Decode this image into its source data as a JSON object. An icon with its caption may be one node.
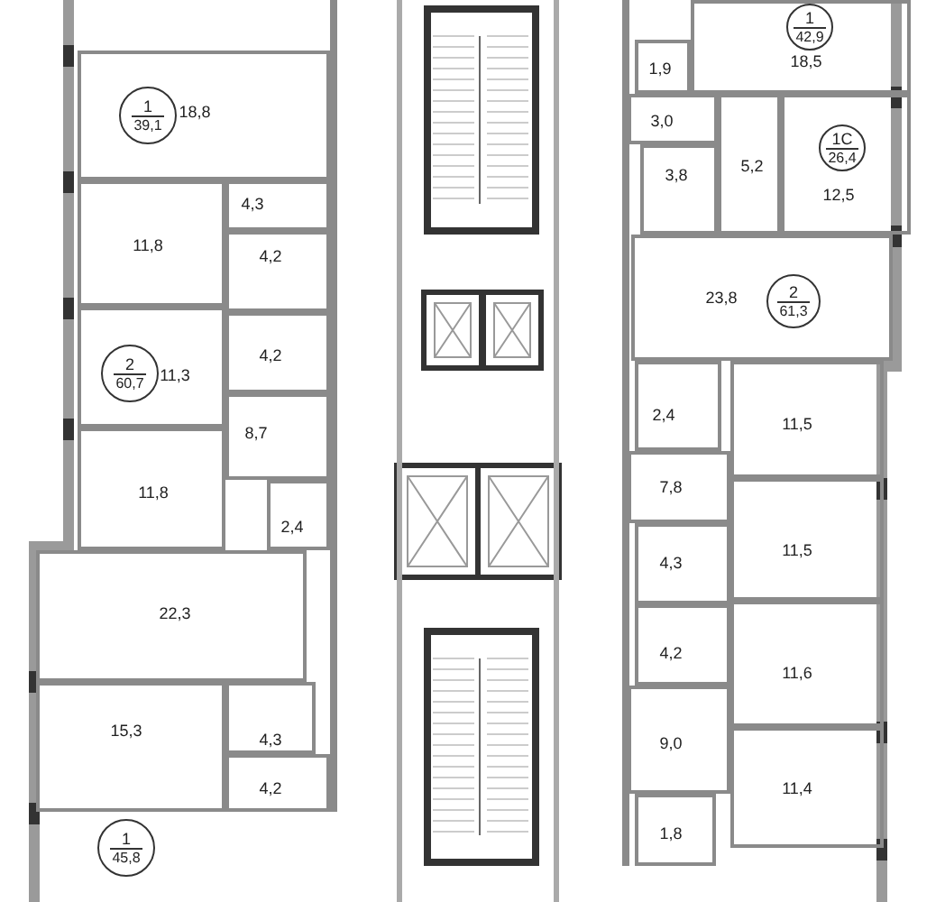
{
  "diagram": {
    "nodes": [
      {
        "text": [
          "18,8"
        ]
      },
      {
        "text": [
          "1",
          "39,1"
        ],
        "in": 0
      },
      {
        "text": [
          "4,3"
        ]
      },
      {
        "text": [
          "11,8"
        ]
      },
      {
        "text": [
          "4,2"
        ]
      },
      {
        "text": [
          "4,2"
        ]
      },
      {
        "text": [
          "11,3"
        ]
      },
      {
        "text": [
          "2",
          "60,7"
        ],
        "in": 6
      },
      {
        "text": [
          "8,7"
        ]
      },
      {
        "text": [
          "11,8"
        ]
      },
      {
        "text": [
          "2,4"
        ]
      },
      {
        "text": [
          "22,3"
        ]
      },
      {
        "text": [
          "15,3"
        ]
      },
      {
        "text": [
          "4,3"
        ]
      },
      {
        "text": [
          "4,2"
        ]
      },
      {
        "text": [
          "1",
          "45,8"
        ]
      },
      {
        "text": [
          "18,5"
        ]
      },
      {
        "text": [
          "1",
          "42,9"
        ],
        "in": 16
      },
      {
        "text": [
          "1,9"
        ]
      },
      {
        "text": [
          "3,0"
        ]
      },
      {
        "text": [
          "3,8"
        ]
      },
      {
        "text": [
          "5,2"
        ]
      },
      {
        "text": [
          "12,5"
        ]
      },
      {
        "text": [
          "1C",
          "26,4"
        ],
        "in": 22
      },
      {
        "text": [
          "23,8"
        ]
      },
      {
        "text": [
          "2",
          "61,3"
        ],
        "in": 24
      },
      {
        "text": [
          "2,4"
        ]
      },
      {
        "text": [
          "11,5"
        ]
      },
      {
        "text": [
          "7,8"
        ]
      },
      {
        "text": [
          "11,5"
        ]
      },
      {
        "text": [
          "4,3"
        ]
      },
      {
        "text": [
          "4,2"
        ]
      },
      {
        "text": [
          "11,6"
        ]
      },
      {
        "text": [
          "9,0"
        ]
      },
      {
        "text": [
          "11,4"
        ]
      },
      {
        "text": [
          "1,8"
        ]
      }
    ]
  }
}
